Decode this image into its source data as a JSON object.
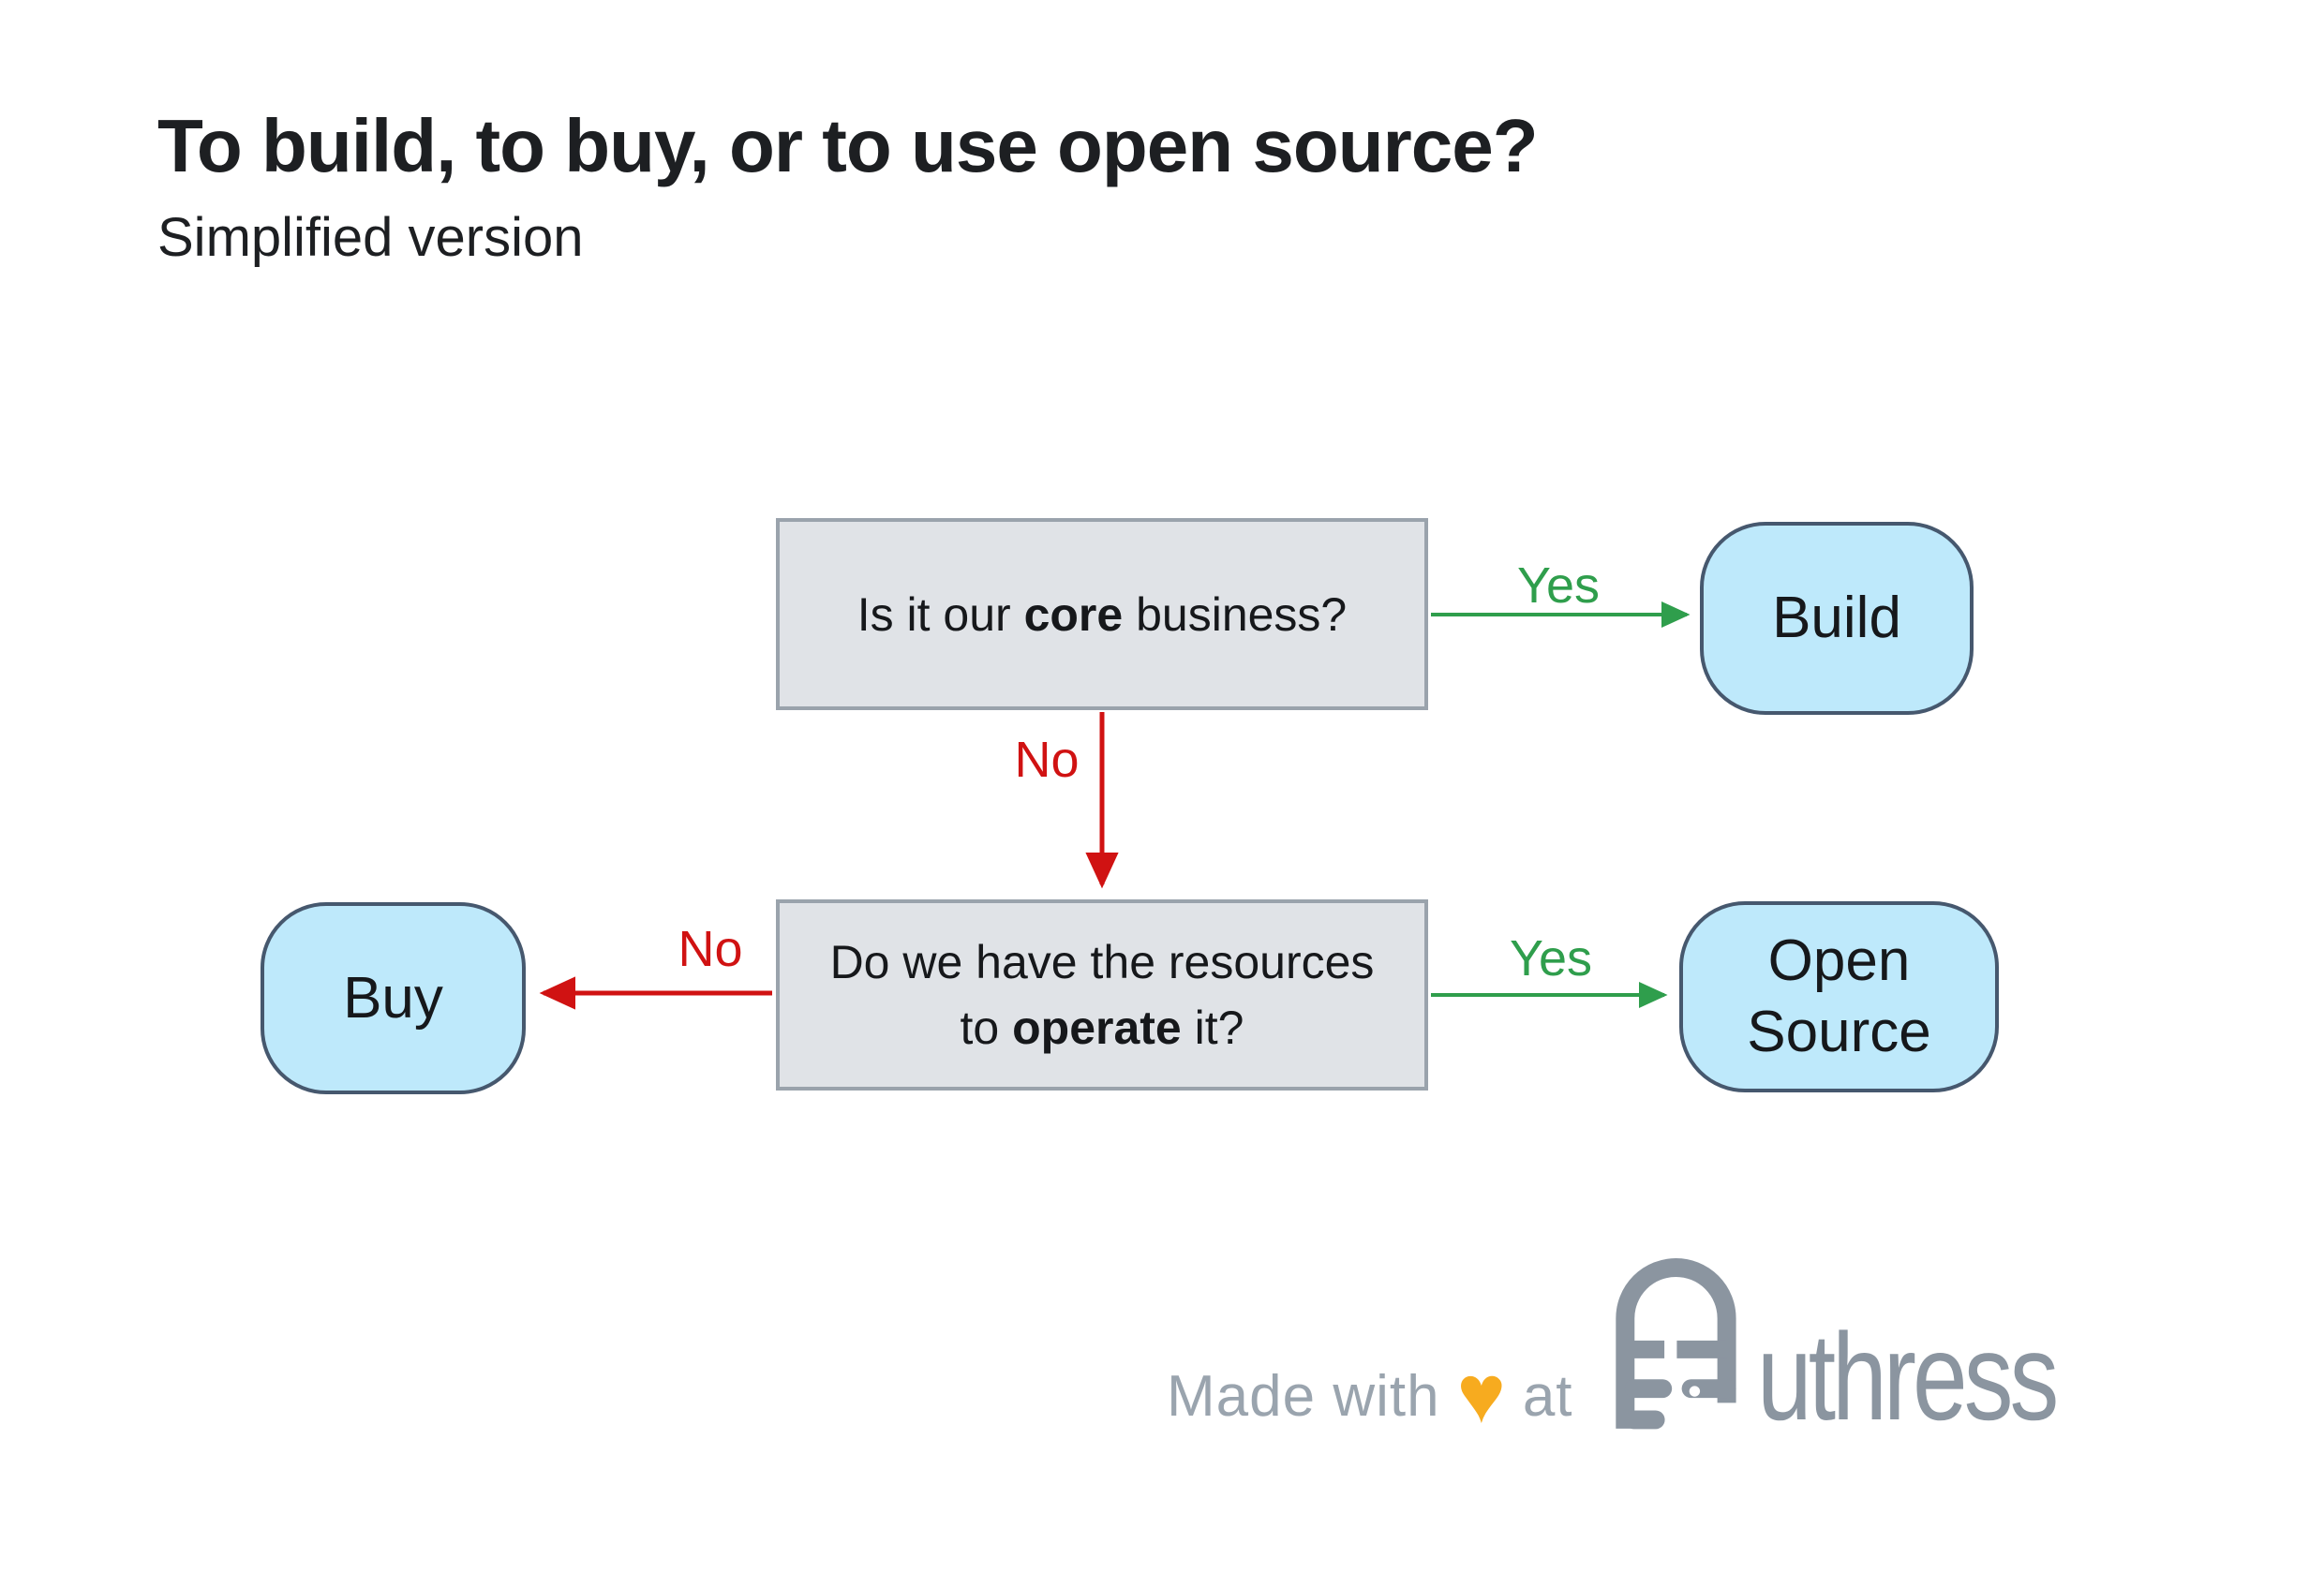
{
  "page": {
    "title": "To build, to buy, or to use open source?",
    "subtitle": "Simplified version"
  },
  "colors": {
    "heading": "#1d1f22",
    "text": "#16181b",
    "green": "#2f9e4c",
    "red": "#d01212",
    "box-fill": "#e0e3e7",
    "box-border": "#9aa3ac",
    "node-fill": "#bee9fb",
    "node-border": "#46586e",
    "footer-gray": "#9aa4ae",
    "logo-gray": "#8b95a0",
    "heart": "#f7ab1f"
  },
  "diagram": {
    "question1": {
      "prefix": "Is it our ",
      "bold": "core",
      "suffix": " business?"
    },
    "question2": {
      "line1": "Do we have the resources",
      "line2_prefix": "to ",
      "line2_bold": "operate",
      "line2_suffix": " it?"
    },
    "nodes": {
      "build": "Build",
      "buy": "Buy",
      "open_source": [
        "Open",
        "Source"
      ]
    },
    "edges": {
      "yes_build": "Yes",
      "no_down": "No",
      "no_buy": "No",
      "yes_open_source": "Yes"
    }
  },
  "footer": {
    "made_with": "Made with",
    "at": "at",
    "brand": "Authress",
    "logo_text_rest": "uthress"
  },
  "icons": {
    "heart": "♥"
  }
}
